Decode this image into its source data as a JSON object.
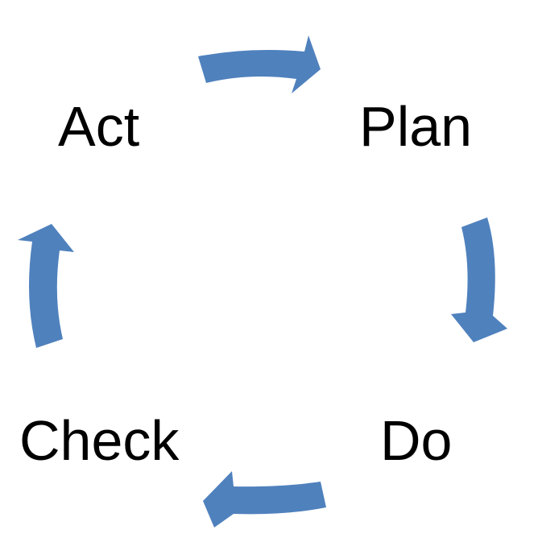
{
  "diagram": {
    "type": "cycle",
    "stages": [
      {
        "id": "plan",
        "label": "Plan"
      },
      {
        "id": "do",
        "label": "Do"
      },
      {
        "id": "check",
        "label": "Check"
      },
      {
        "id": "act",
        "label": "Act"
      }
    ],
    "arrows": [
      {
        "from": "act",
        "to": "plan"
      },
      {
        "from": "plan",
        "to": "do"
      },
      {
        "from": "do",
        "to": "check"
      },
      {
        "from": "check",
        "to": "act"
      }
    ],
    "colors": {
      "arrow_fill": "#4f81bd",
      "text": "#000000",
      "background": "#ffffff"
    }
  }
}
